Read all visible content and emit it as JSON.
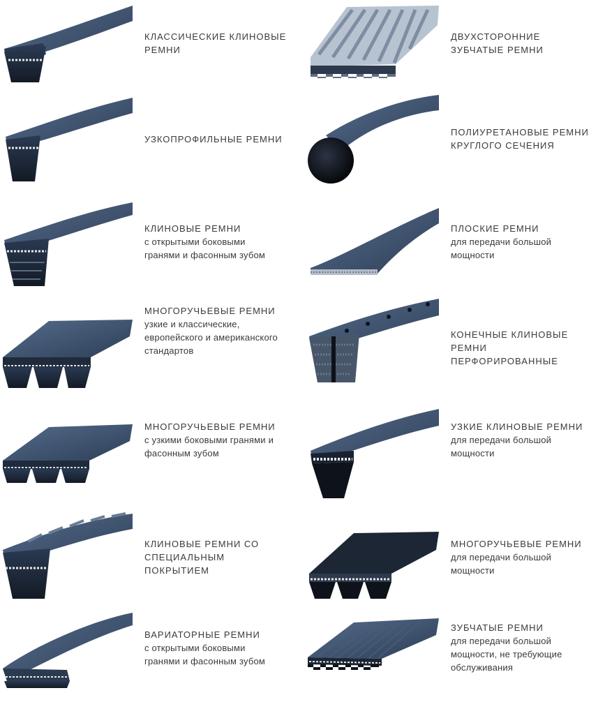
{
  "colors": {
    "belt_top": "#3e5370",
    "belt_side": "#243246",
    "belt_dark": "#141a24",
    "text": "#3a3a3a"
  },
  "left": [
    {
      "icon": "classic-v-belt-icon",
      "lines": [
        "КЛАССИЧЕСКИЕ КЛИНОВЫЕ",
        "РЕМНИ"
      ]
    },
    {
      "icon": "narrow-profile-belt-icon",
      "lines": [
        "УЗКОПРОФИЛЬНЫЕ РЕМНИ"
      ]
    },
    {
      "icon": "cogged-v-belt-icon",
      "lines": [
        "КЛИНОВЫЕ РЕМНИ",
        "с открытыми боковыми",
        "гранями и фасонным зубом"
      ]
    },
    {
      "icon": "banded-multi-v-belt-icon",
      "lines": [
        "МНОГОРУЧЬЕВЫЕ РЕМНИ",
        "узкие и классические,",
        "европейского и американского",
        "стандартов"
      ]
    },
    {
      "icon": "ribbed-multi-v-belt-icon",
      "lines": [
        "МНОГОРУЧЬЕВЫЕ РЕМНИ",
        "с узкими боковыми гранями и",
        "фасонным зубом"
      ]
    },
    {
      "icon": "coated-v-belt-icon",
      "lines": [
        "КЛИНОВЫЕ РЕМНИ СО",
        "СПЕЦИАЛЬНЫМ",
        "ПОКРЫТИЕМ"
      ]
    },
    {
      "icon": "variable-speed-belt-icon",
      "lines": [
        "ВАРИАТОРНЫЕ РЕМНИ",
        "с открытыми боковыми",
        "гранями и фасонным зубом"
      ]
    }
  ],
  "right": [
    {
      "icon": "double-sided-timing-belt-icon",
      "lines": [
        "ДВУХСТОРОННИЕ",
        "ЗУБЧАТЫЕ РЕМНИ"
      ]
    },
    {
      "icon": "round-polyurethane-belt-icon",
      "lines": [
        "ПОЛИУРЕТАНОВЫЕ РЕМНИ",
        "КРУГЛОГО СЕЧЕНИЯ"
      ]
    },
    {
      "icon": "flat-belt-icon",
      "lines": [
        "ПЛОСКИЕ РЕМНИ",
        "для передачи большой",
        "мощности"
      ]
    },
    {
      "icon": "perforated-link-belt-icon",
      "lines": [
        "КОНЕЧНЫЕ КЛИНОВЫЕ",
        "РЕМНИ",
        "ПЕРФОРИРОВАННЫЕ"
      ]
    },
    {
      "icon": "narrow-v-belt-icon",
      "lines": [
        "УЗКИЕ КЛИНОВЫЕ РЕМНИ",
        "для передачи большой",
        "мощности"
      ]
    },
    {
      "icon": "high-power-multi-v-belt-icon",
      "lines": [
        "МНОГОРУЧЬЕВЫЕ РЕМНИ",
        "для передачи большой",
        "мощности"
      ]
    },
    {
      "icon": "timing-belt-icon",
      "lines": [
        "ЗУБЧАТЫЕ РЕМНИ",
        "для передачи большой",
        "мощности, не требующие",
        "обслуживания"
      ]
    }
  ]
}
